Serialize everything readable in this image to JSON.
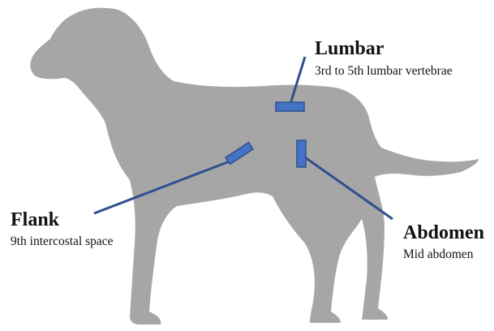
{
  "colors": {
    "dog_silhouette": "#a6a6a6",
    "probe_fill": "#4472c4",
    "probe_stroke": "#2f528f",
    "leader_line": "#2f4f8f"
  },
  "labels": {
    "lumbar": {
      "title": "Lumbar",
      "subtitle": "3rd to 5th lumbar vertebrae"
    },
    "flank": {
      "title": "Flank",
      "subtitle": "9th intercostal space"
    },
    "abdomen": {
      "title": "Abdomen",
      "subtitle": "Mid abdomen"
    }
  }
}
